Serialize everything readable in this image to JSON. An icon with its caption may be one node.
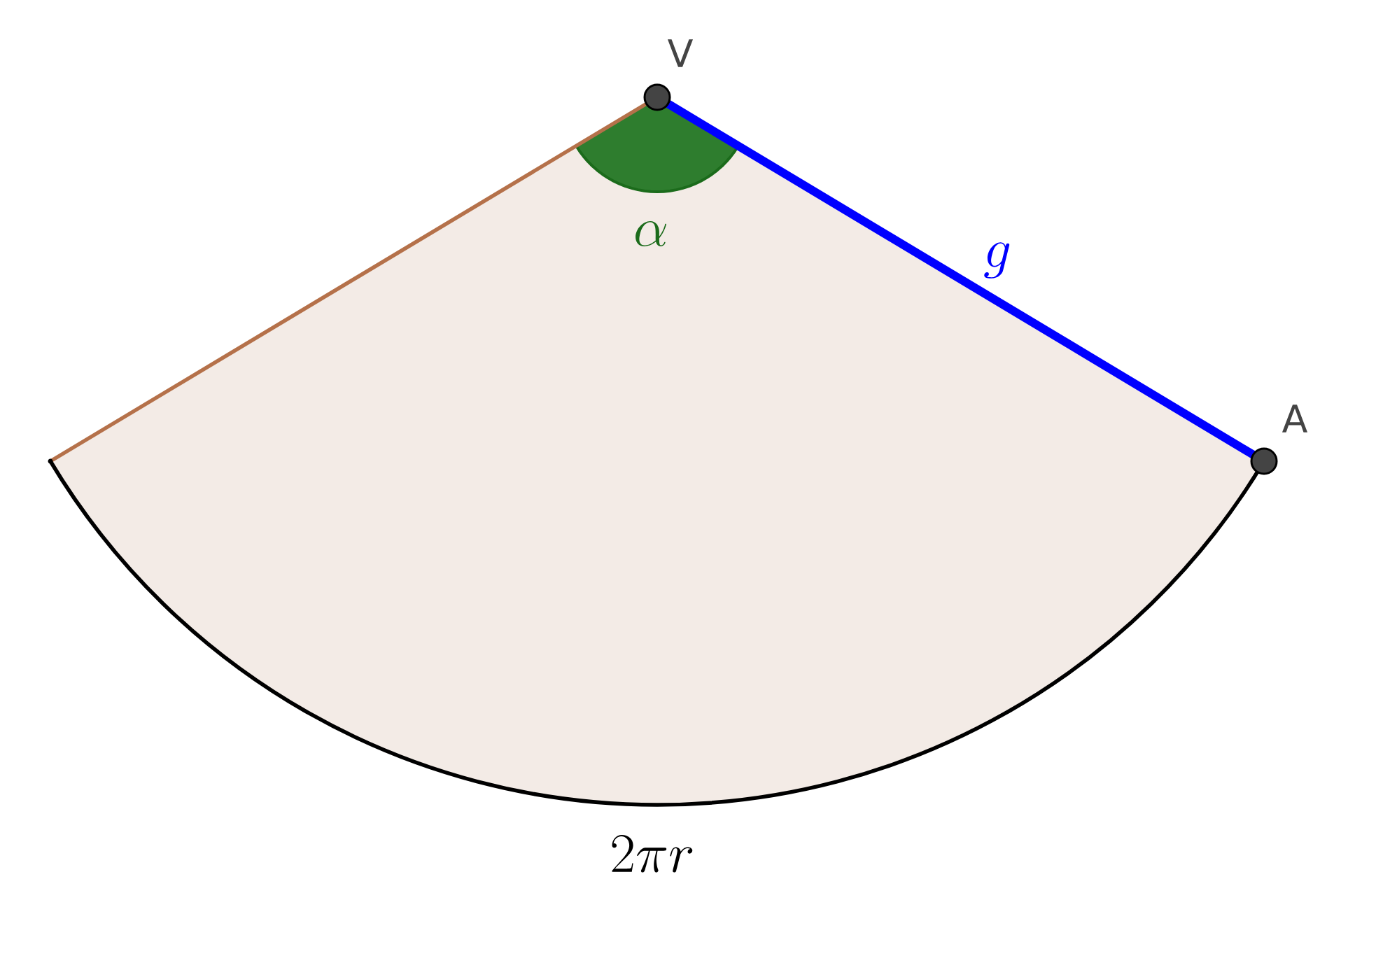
{
  "diagram": {
    "nodes": [
      {
        "text": [],
        "shape": "circle",
        "beside": [
          "V"
        ]
      },
      {
        "text": [],
        "shape": "circle",
        "beside": [
          "A"
        ]
      },
      {
        "text": [],
        "shape": "point"
      }
    ],
    "edges": [
      {
        "from": 0,
        "to": 1,
        "arrow": "none",
        "label": "g",
        "style": "thick",
        "color": "#0000ff"
      },
      {
        "from": 0,
        "to": 2,
        "arrow": "none",
        "color": "#b5714a"
      },
      {
        "from": 2,
        "to": 1,
        "arrow": "none",
        "label": "2\\pi r",
        "color": "#000000"
      }
    ],
    "labels": [
      "\\alpha"
    ]
  }
}
